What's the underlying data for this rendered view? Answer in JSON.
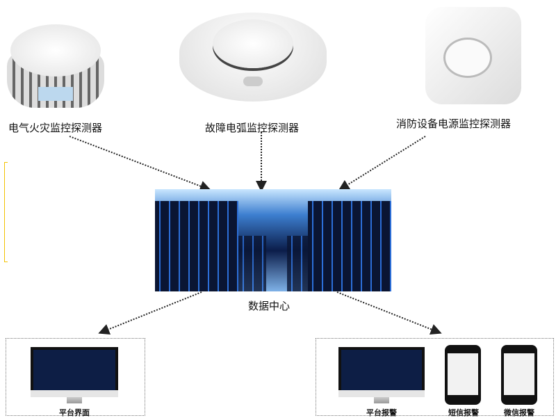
{
  "devices": [
    {
      "label": "电气火灾监控探测器"
    },
    {
      "label": "故障电弧监控探测器"
    },
    {
      "label": "消防设备电源监控探测器"
    }
  ],
  "center": {
    "label": "数据中心"
  },
  "outputs": {
    "left": [
      {
        "label": "平台界面"
      }
    ],
    "right": [
      {
        "label": "平台报警"
      },
      {
        "label": "短信报警"
      },
      {
        "label": "微信报警"
      }
    ]
  },
  "colors": {
    "bracket": "#f2c200",
    "arrow": "#222222",
    "screen": "#0d1e45"
  }
}
